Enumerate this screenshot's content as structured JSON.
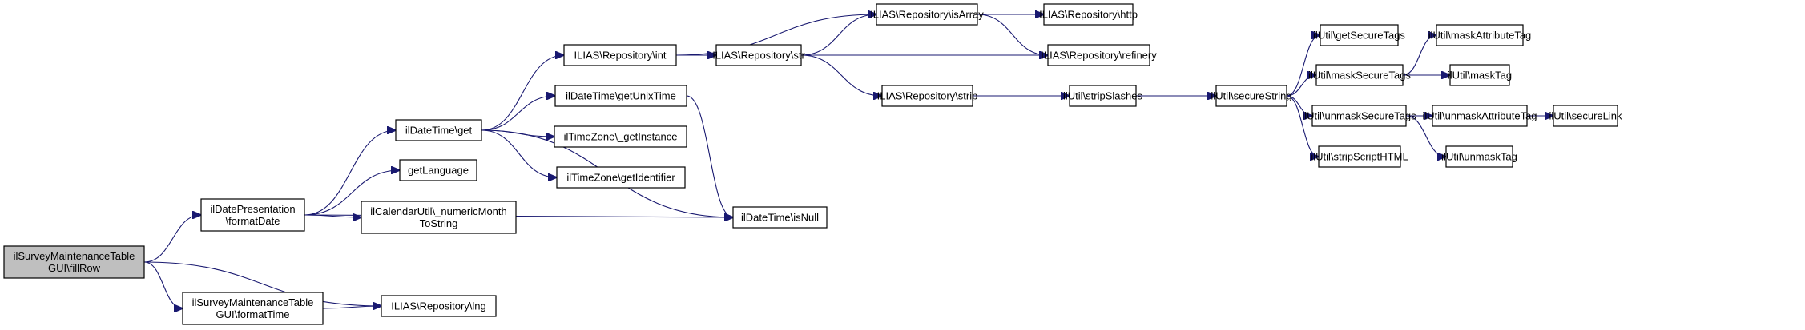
{
  "diagram": {
    "type": "call-graph",
    "colors": {
      "edge": "#191970",
      "root_fill": "#bfbfbf",
      "node_fill": "#ffffff",
      "node_border": "#000000"
    },
    "nodes": [
      {
        "id": "fillRow",
        "lines": [
          "ilSurveyMaintenanceTable",
          "GUI\\fillRow"
        ],
        "root": true
      },
      {
        "id": "formatDate",
        "lines": [
          "ilDatePresentation",
          "\\formatDate"
        ]
      },
      {
        "id": "formatTime",
        "lines": [
          "ilSurveyMaintenanceTable",
          "GUI\\formatTime"
        ]
      },
      {
        "id": "lng",
        "lines": [
          "ILIAS\\Repository\\lng"
        ]
      },
      {
        "id": "dtget",
        "lines": [
          "ilDateTime\\get"
        ]
      },
      {
        "id": "getLanguage",
        "lines": [
          "getLanguage"
        ]
      },
      {
        "id": "numericMonth",
        "lines": [
          "ilCalendarUtil\\_numericMonth",
          "ToString"
        ]
      },
      {
        "id": "isNull",
        "lines": [
          "ilDateTime\\isNull"
        ]
      },
      {
        "id": "repoInt",
        "lines": [
          "ILIAS\\Repository\\int"
        ]
      },
      {
        "id": "getUnixTime",
        "lines": [
          "ilDateTime\\getUnixTime"
        ]
      },
      {
        "id": "getInstance",
        "lines": [
          "ilTimeZone\\_getInstance"
        ]
      },
      {
        "id": "getIdentifier",
        "lines": [
          "ilTimeZone\\getIdentifier"
        ]
      },
      {
        "id": "repoStr",
        "lines": [
          "ILIAS\\Repository\\str"
        ]
      },
      {
        "id": "isArray",
        "lines": [
          "ILIAS\\Repository\\isArray"
        ]
      },
      {
        "id": "http",
        "lines": [
          "ILIAS\\Repository\\http"
        ]
      },
      {
        "id": "refinery",
        "lines": [
          "ILIAS\\Repository\\refinery"
        ]
      },
      {
        "id": "strip",
        "lines": [
          "ILIAS\\Repository\\strip"
        ]
      },
      {
        "id": "stripSlashes",
        "lines": [
          "ilUtil\\stripSlashes"
        ]
      },
      {
        "id": "secureString",
        "lines": [
          "ilUtil\\secureString"
        ]
      },
      {
        "id": "getSecureTags",
        "lines": [
          "ilUtil\\getSecureTags"
        ]
      },
      {
        "id": "maskSecureTags",
        "lines": [
          "ilUtil\\maskSecureTags"
        ]
      },
      {
        "id": "unmaskSecureTags",
        "lines": [
          "ilUtil\\unmaskSecureTags"
        ]
      },
      {
        "id": "stripScriptHTML",
        "lines": [
          "ilUtil\\stripScriptHTML"
        ]
      },
      {
        "id": "maskAttributeTag",
        "lines": [
          "ilUtil\\maskAttributeTag"
        ]
      },
      {
        "id": "maskTag",
        "lines": [
          "ilUtil\\maskTag"
        ]
      },
      {
        "id": "unmaskAttributeTag",
        "lines": [
          "ilUtil\\unmaskAttributeTag"
        ]
      },
      {
        "id": "unmaskTag",
        "lines": [
          "ilUtil\\unmaskTag"
        ]
      },
      {
        "id": "secureLink",
        "lines": [
          "ilUtil\\secureLink"
        ]
      }
    ],
    "edges": [
      [
        "fillRow",
        "formatDate"
      ],
      [
        "fillRow",
        "lng"
      ],
      [
        "fillRow",
        "formatTime"
      ],
      [
        "formatTime",
        "lng"
      ],
      [
        "formatDate",
        "dtget"
      ],
      [
        "formatDate",
        "getLanguage"
      ],
      [
        "formatDate",
        "numericMonth"
      ],
      [
        "formatDate",
        "isNull"
      ],
      [
        "dtget",
        "repoInt"
      ],
      [
        "dtget",
        "getUnixTime"
      ],
      [
        "dtget",
        "getInstance"
      ],
      [
        "dtget",
        "getIdentifier"
      ],
      [
        "dtget",
        "isNull"
      ],
      [
        "getUnixTime",
        "isNull"
      ],
      [
        "repoInt",
        "isArray"
      ],
      [
        "repoInt",
        "repoStr"
      ],
      [
        "repoInt",
        "refinery"
      ],
      [
        "repoStr",
        "isArray"
      ],
      [
        "repoStr",
        "refinery"
      ],
      [
        "repoStr",
        "strip"
      ],
      [
        "isArray",
        "http"
      ],
      [
        "isArray",
        "refinery"
      ],
      [
        "strip",
        "stripSlashes"
      ],
      [
        "stripSlashes",
        "secureString"
      ],
      [
        "secureString",
        "getSecureTags"
      ],
      [
        "secureString",
        "maskSecureTags"
      ],
      [
        "secureString",
        "unmaskSecureTags"
      ],
      [
        "secureString",
        "stripScriptHTML"
      ],
      [
        "maskSecureTags",
        "maskAttributeTag"
      ],
      [
        "maskSecureTags",
        "maskTag"
      ],
      [
        "unmaskSecureTags",
        "unmaskAttributeTag"
      ],
      [
        "unmaskSecureTags",
        "unmaskTag"
      ],
      [
        "unmaskAttributeTag",
        "secureLink"
      ]
    ]
  }
}
